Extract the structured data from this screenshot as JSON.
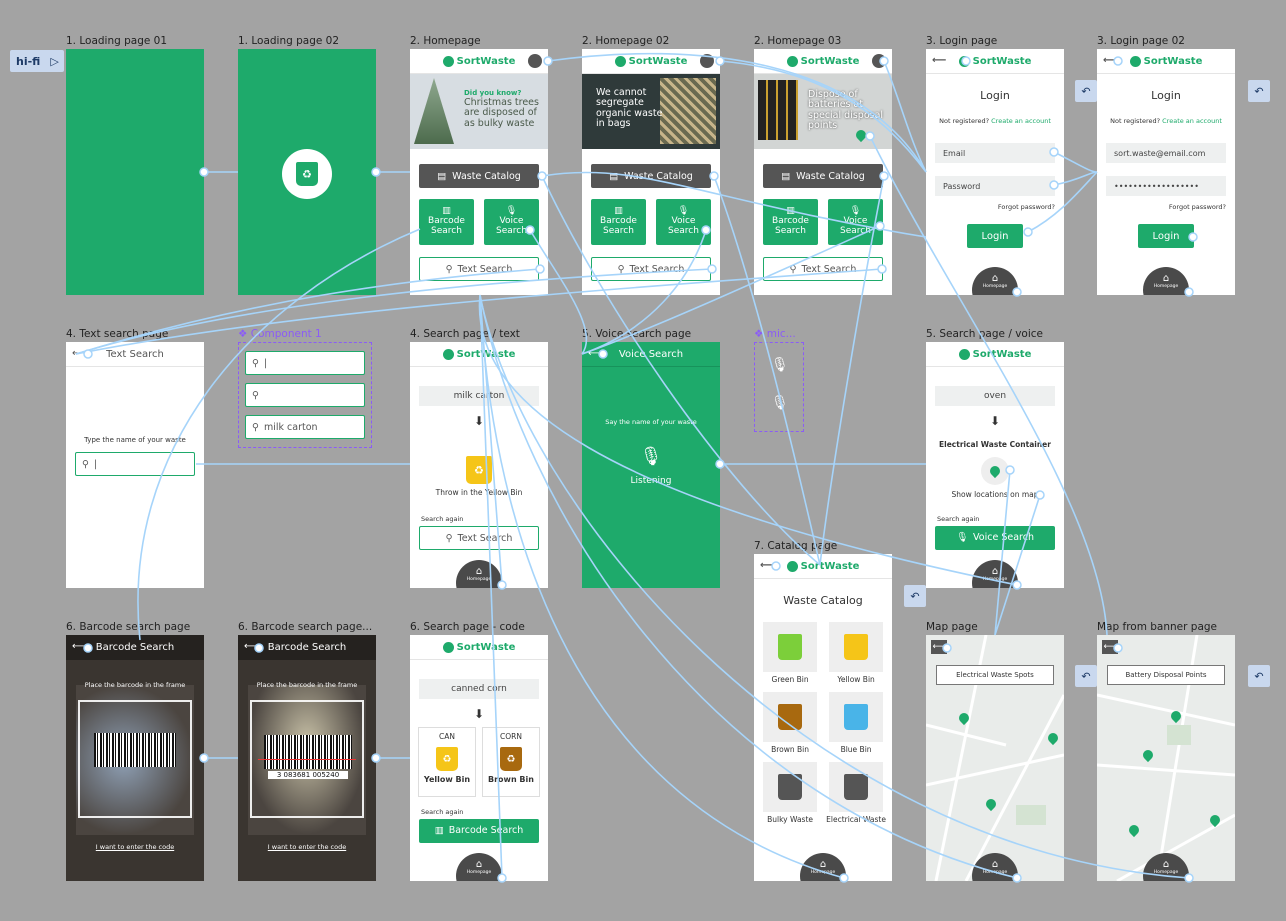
{
  "flow_tag": "hi-fi",
  "labels": {
    "loading1": "1. Loading page 01",
    "loading2": "1. Loading page 02",
    "home1": "2. Homepage",
    "home2": "2. Homepage 02",
    "home3": "2. Homepage 03",
    "login1": "3. Login page",
    "login2": "3. Login page 02",
    "textsearch": "4. Text search page",
    "component": "❖ Component 1",
    "searchtext": "4. Search page / text",
    "voicesearch": "5. Voice search page",
    "mic": "❖ mic...",
    "searchvoice": "5. Search page / voice",
    "catalog": "7. Catalog page",
    "barcode1": "6. Barcode search page",
    "barcode2": "6. Barcode search page...",
    "searchcode": "6. Search page - code",
    "map": "Map page",
    "mapbanner": "Map from banner page"
  },
  "app": {
    "name": "SortWaste",
    "catalog_btn": "Waste Catalog",
    "barcode_btn": "Barcode Search",
    "voice_btn": "Voice Search",
    "text_btn": "Text Search",
    "homepage": "Homepage"
  },
  "banners": {
    "b1_kicker": "Did you know?",
    "b1": "Christmas trees are disposed of as bulky waste",
    "b2": "We cannot segregate organic waste in bags",
    "b3": "Dispose of batteries at special disposal points"
  },
  "login": {
    "title": "Login",
    "not_registered": "Not registered?",
    "create": "Create an account",
    "email": "Email",
    "password": "Password",
    "forgot": "Forgot password?",
    "btn": "Login",
    "email_val": "sort.waste@email.com",
    "password_val": "••••••••••••••••••"
  },
  "textsearch": {
    "title": "Text Search",
    "prompt": "Type the name of your waste"
  },
  "component": {
    "v1": "|",
    "v2": "",
    "v3": "milk carton"
  },
  "searchtext": {
    "query": "milk carton",
    "result": "Throw in the Yellow Bin",
    "again": "Search again"
  },
  "voice": {
    "title": "Voice Search",
    "prompt": "Say the name of your waste",
    "status": "Listening"
  },
  "searchvoice": {
    "query": "oven",
    "result": "Electrical Waste Container",
    "locations": "Show locations on map",
    "again": "Search again"
  },
  "catalog": {
    "title": "Waste Catalog",
    "bins": [
      {
        "name": "Green Bin",
        "color": "#7ccf3a"
      },
      {
        "name": "Yellow Bin",
        "color": "#f5c518"
      },
      {
        "name": "Brown Bin",
        "color": "#a8690f"
      },
      {
        "name": "Blue Bin",
        "color": "#49b4e8"
      },
      {
        "name": "Bulky Waste",
        "color": "#555555"
      },
      {
        "name": "Electrical Waste",
        "color": "#555555"
      }
    ]
  },
  "barcode": {
    "title": "Barcode Search",
    "prompt": "Place the barcode in the frame",
    "manual": "I want to enter the code",
    "number": "3 083681 005240"
  },
  "searchcode": {
    "query": "canned corn",
    "a_label": "CAN",
    "a_bin": "Yellow Bin",
    "b_label": "CORN",
    "b_bin": "Brown Bin",
    "again": "Search again"
  },
  "map": {
    "title1": "Electrical Waste Spots",
    "title2": "Battery Disposal Points"
  },
  "colors": {
    "brand": "#1eaa6b",
    "link": "#a6d4fa",
    "canvas": "#a3a3a3"
  }
}
